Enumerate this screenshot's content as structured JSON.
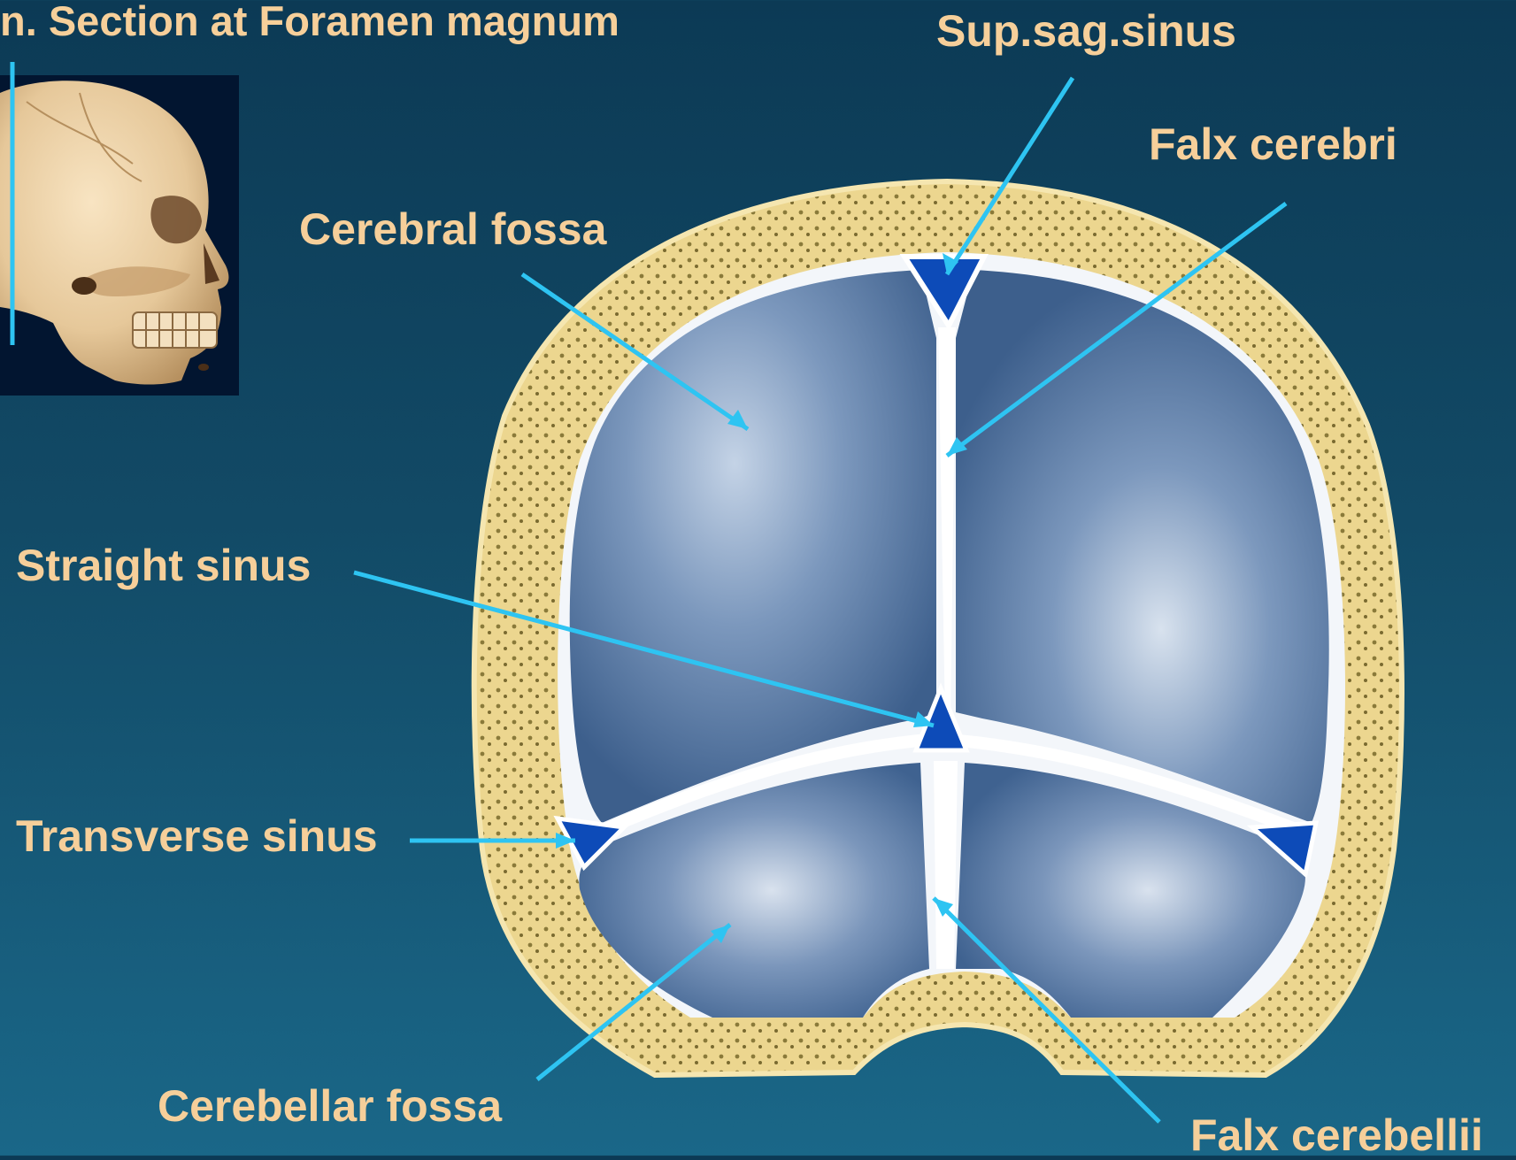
{
  "title": "n. Section at Foramen magnum",
  "labels": {
    "sup_sag_sinus": "Sup.sag.sinus",
    "falx_cerebri": "Falx cerebri",
    "cerebral_fossa": "Cerebral fossa",
    "straight_sinus": "Straight sinus",
    "transverse_sinus": "Transverse sinus",
    "cerebellar_fossa": "Cerebellar fossa",
    "falx_cerebellii": "Falx cerebellii"
  },
  "colors": {
    "background": "#124a66",
    "label_text": "#f6cf9a",
    "pointer_line": "#2ec4f2",
    "bone": "#ecd68f",
    "dura": "#5f7fa8",
    "sinus": "#0d4bb8"
  },
  "icons": [
    "skull-lateral-view-image",
    "coronal-section-illustration"
  ]
}
